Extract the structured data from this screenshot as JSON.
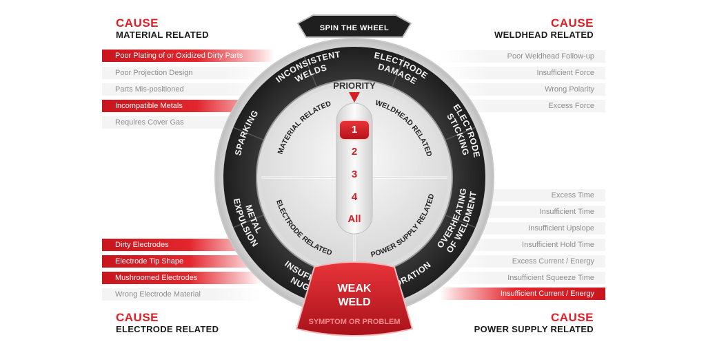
{
  "spin_label": "SPIN THE WHEEL",
  "priority_label": "PRIORITY",
  "priority_numbers": [
    "1",
    "2",
    "3",
    "4",
    "All"
  ],
  "center": {
    "line1": "WEAK",
    "line2": "WELD",
    "sub": "SYMPTOM OR PROBLEM"
  },
  "quadrants": {
    "top_left": "MATERIAL RELATED",
    "top_right": "WELDHEAD RELATED",
    "bottom_left": "ELECTRODE RELATED",
    "bottom_right": "POWER SUPPLY RELATED"
  },
  "symptoms": [
    "INCONSISTENT WELDS",
    "ELECTRODE DAMAGE",
    "ELECTRODE STICKING",
    "OVERHEATING OF WELDMENT",
    "DISCOLORATION",
    "INSUFFICIENT NUGGET",
    "METAL EXPULSION",
    "SPARKING"
  ],
  "causes": {
    "material": {
      "cause_label": "CAUSE",
      "category": "MATERIAL RELATED",
      "items": [
        {
          "label": "Poor Plating of or Oxidized Dirty Parts",
          "active": true
        },
        {
          "label": "Poor Projection Design",
          "active": false
        },
        {
          "label": "Parts Mis-positioned",
          "active": false
        },
        {
          "label": "Incompatible Metals",
          "active": true
        },
        {
          "label": "Requires Cover Gas",
          "active": false
        }
      ]
    },
    "weldhead": {
      "cause_label": "CAUSE",
      "category": "WELDHEAD RELATED",
      "items": [
        {
          "label": "Poor Weldhead Follow-up",
          "active": false
        },
        {
          "label": "Insufficient Force",
          "active": false
        },
        {
          "label": "Wrong Polarity",
          "active": false
        },
        {
          "label": "Excess Force",
          "active": false
        }
      ]
    },
    "electrode": {
      "cause_label": "CAUSE",
      "category": "ELECTRODE RELATED",
      "items": [
        {
          "label": "Dirty Electrodes",
          "active": true
        },
        {
          "label": "Electrode Tip Shape",
          "active": true
        },
        {
          "label": "Mushroomed Electrodes",
          "active": true
        },
        {
          "label": "Wrong Electrode Material",
          "active": false
        }
      ]
    },
    "power": {
      "cause_label": "CAUSE",
      "category": "POWER SUPPLY RELATED",
      "items": [
        {
          "label": "Excess Time",
          "active": false
        },
        {
          "label": "Insufficient Time",
          "active": false
        },
        {
          "label": "Insufficient Upslope",
          "active": false
        },
        {
          "label": "Insufficient Hold Time",
          "active": false
        },
        {
          "label": "Excess Current / Energy",
          "active": false
        },
        {
          "label": "Insufficient Squeeze Time",
          "active": false
        },
        {
          "label": "Insufficient Current / Energy",
          "active": true
        }
      ]
    }
  },
  "colors": {
    "accent": "#e01e26",
    "ring": "#2b2b2b",
    "inner": "#e9e9e9"
  }
}
